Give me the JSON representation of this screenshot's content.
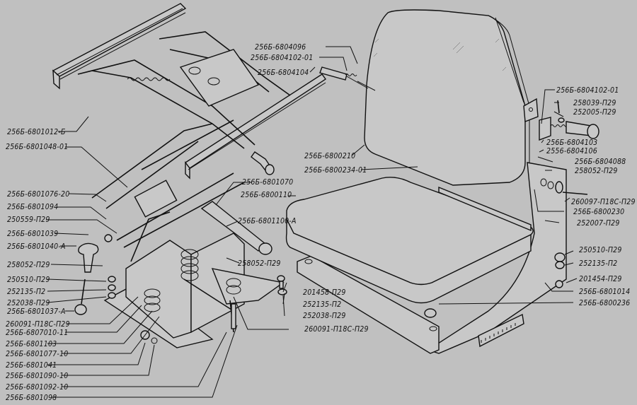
{
  "diagram": {
    "title": "",
    "background": "#c0c0c0",
    "ink": "#111111",
    "parts": {
      "left_column": [
        "256Б-6801012-Б",
        "256Б-6801048-01",
        "256Б-6801076-20",
        "256Б-6801094",
        "250559-П29",
        "256Б-6801039",
        "256Б-6801040-А",
        "258052-П29",
        "250510-П29",
        "252135-П2",
        "252038-П29",
        "256Б-6801037-А",
        "260091-П18С-П29",
        "256Б-6807010-11",
        "256Б-6801103",
        "256Б-6801077-10",
        "256Б-6801041",
        "256Б-6801090-10",
        "256Б-6801092-10",
        "256Б-6801098"
      ],
      "top_center": [
        "256Б-6804096",
        "256Б-6804102-01",
        "256Б-6804104"
      ],
      "center": [
        "256Б-6800210",
        "256Б-6800234-01",
        "256Б-6801070",
        "256Б-6800110",
        "256Б-6801100-А",
        "258052-П29",
        "201458-П29",
        "252135-П2",
        "252038-П29",
        "260091-П18С-П29"
      ],
      "right_column": [
        "256Б-6804102-01",
        "258039-П29",
        "252005-П29",
        "256Б-6804103",
        "2556-6804106",
        "256Б-6804088",
        "258052-П29",
        "260097-П18С-П29",
        "256Б-6800230",
        "252007-П29",
        "250510-П29",
        "252135-П2",
        "201454-П29",
        "256Б-6801014",
        "256Б-6800236"
      ]
    },
    "components": {
      "backrest": "backrest-cushion",
      "seat": "seat-cushion",
      "suspension": "seat-suspension-mechanism",
      "slide_rails": "slide-rails",
      "side_bracket": "side-bracket-with-rack"
    }
  }
}
